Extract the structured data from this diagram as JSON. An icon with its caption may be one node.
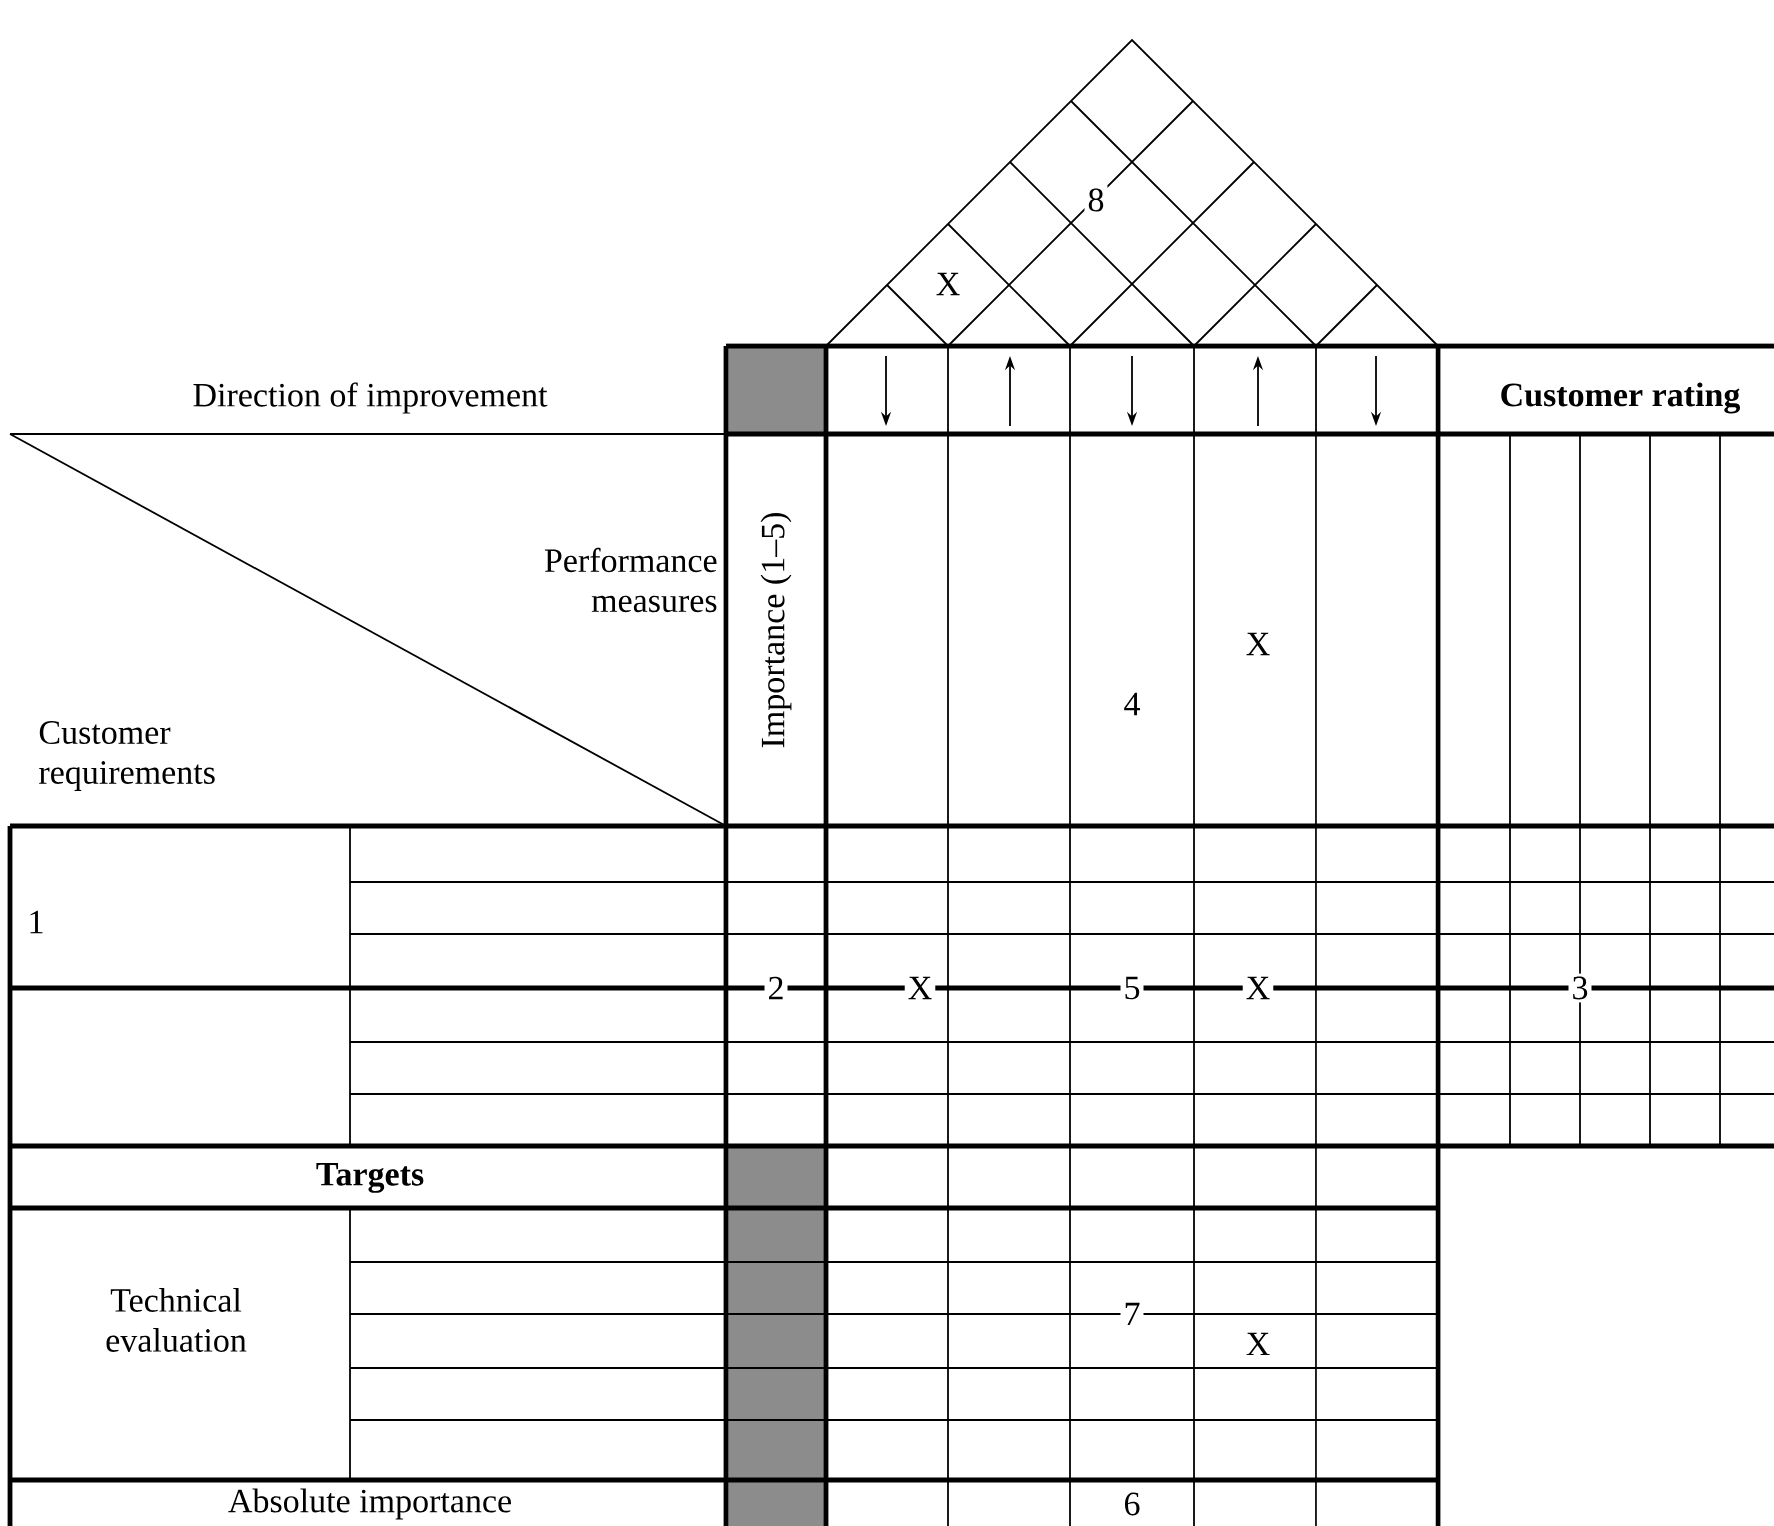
{
  "diagram": {
    "labels": [
      "8",
      "X",
      "Direction of improvement",
      "Customer rating",
      "Performance measures",
      "Importance (1–5)",
      "X",
      "Customer requirements",
      "4",
      "1",
      "2",
      "X",
      "5",
      "X",
      "3",
      "Targets",
      "Technical evaluation",
      "7",
      "X",
      "Absolute importance",
      "6"
    ]
  }
}
